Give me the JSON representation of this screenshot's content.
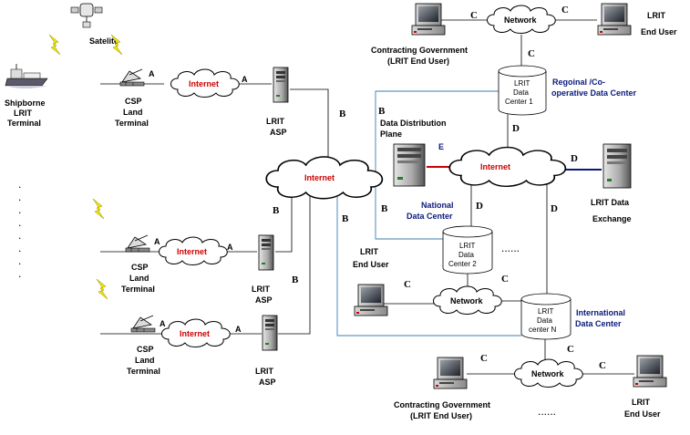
{
  "satellite": {
    "label": "Satelite"
  },
  "ship": {
    "lines": [
      "Shipborne",
      "LRIT",
      "Terminal"
    ]
  },
  "csp_terminals": [
    {
      "lines": [
        "CSP",
        "Land",
        "Terminal"
      ]
    },
    {
      "lines": [
        "CSP",
        "Land",
        "Terminal"
      ]
    },
    {
      "lines": [
        "CSP",
        "Land",
        "Terminal"
      ]
    }
  ],
  "small_internets": [
    {
      "label": "Internet"
    },
    {
      "label": "Internet"
    },
    {
      "label": "Internet"
    }
  ],
  "asps": [
    {
      "lines": [
        "LRIT",
        "ASP"
      ]
    },
    {
      "lines": [
        "LRIT",
        "ASP"
      ]
    },
    {
      "lines": [
        "LRIT",
        "ASP"
      ]
    }
  ],
  "central_internet": {
    "label": "Internet"
  },
  "right_internet": {
    "label": "Internet"
  },
  "networks": [
    {
      "label": "Network"
    },
    {
      "label": "Network"
    },
    {
      "label": "Network"
    }
  ],
  "data_centers": {
    "regional": {
      "cyl": [
        "LRIT",
        "Data",
        "Center 1"
      ],
      "caption": [
        "Regoinal /Co-",
        "operative Data Center"
      ]
    },
    "national": {
      "cyl": [
        "LRIT",
        "Data",
        "Center 2"
      ],
      "caption": [
        "National",
        "Data Center"
      ]
    },
    "international": {
      "cyl": [
        "LRIT",
        "Data",
        "center  N"
      ],
      "caption": [
        "International",
        "Data Center"
      ]
    }
  },
  "end_users": {
    "top_left": [
      "Contracting Government",
      "(LRIT End User)"
    ],
    "top_right": [
      "LRIT",
      "End User"
    ],
    "middle": [
      "LRIT",
      "End User"
    ],
    "bottom_left": [
      "Contracting Government",
      "(LRIT End User)"
    ],
    "bottom_right": [
      "LRIT",
      "End User"
    ]
  },
  "ddp": {
    "lines": [
      "Data Distribution",
      "Plane"
    ]
  },
  "lde": {
    "lines": [
      "LRIT  Data",
      "Exchange"
    ]
  },
  "links": {
    "a": "A",
    "b": "B",
    "c": "C",
    "d": "D",
    "e": "E"
  },
  "ellipsis": "......",
  "vdots": "."
}
